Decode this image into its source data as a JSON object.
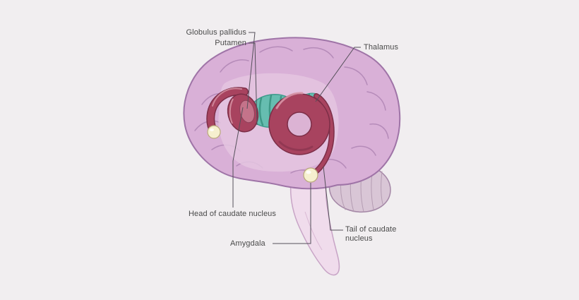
{
  "figure": {
    "type": "anatomical-diagram",
    "subject": "Human brain lateral view showing basal ganglia structures",
    "labels": {
      "globus_pallidus": "Globulus pallidus",
      "putamen": "Putamen",
      "thalamus": "Thalamus",
      "head_of_caudate": "Head of caudate nucleus",
      "amygdala": "Amygdala",
      "tail_of_caudate": "Tail of caudate nucleus"
    },
    "colors": {
      "background": "#f1eef0",
      "cortex": "#d9b0d7",
      "cortex_outline": "#9f74a7",
      "sulci": "#b287b6",
      "inner_region": "#e4c6e0",
      "cerebellum": "#d9c6d6",
      "brainstem": "#f0dcec",
      "caudate_putamen": "#a8435f",
      "structure_outline": "#7c2e47",
      "globus_pallidus_fill": "#c4738a",
      "thalamus_fill": "#66bdb0",
      "thalamus_dark": "#3f9b8d",
      "amygdala_ball": "#f6f0cf",
      "label_text": "#4a4a4a",
      "leader_line": "#55505a"
    }
  }
}
